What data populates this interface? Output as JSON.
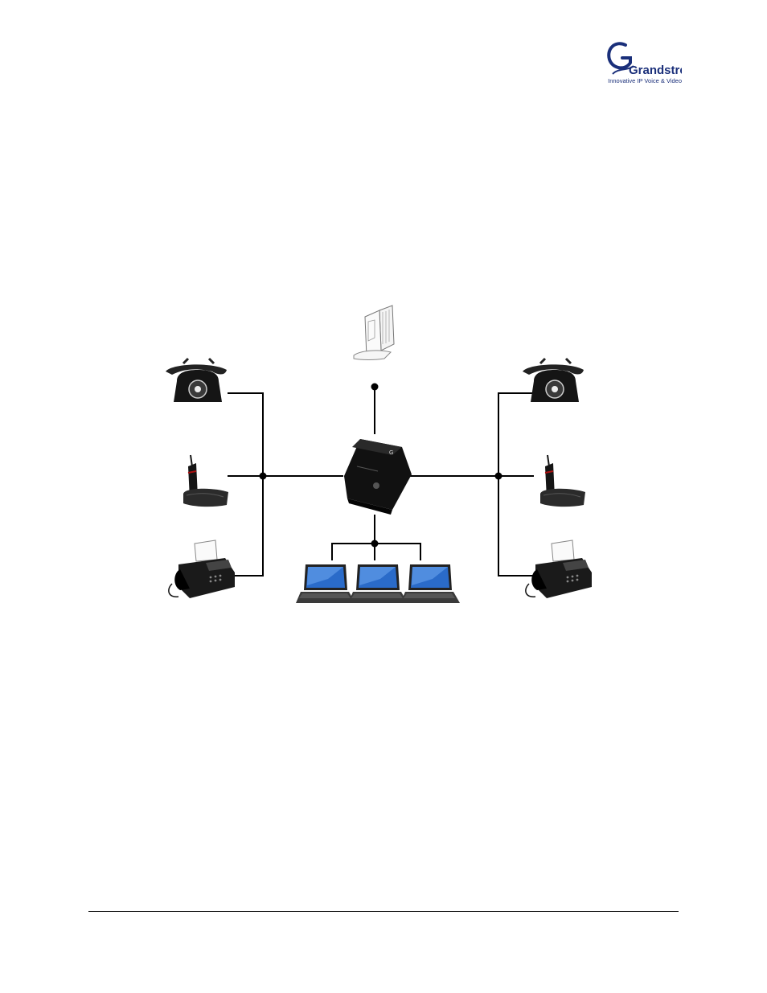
{
  "header": {
    "logo_text": "Grandstream",
    "logo_tagline": "Innovative IP Voice & Video"
  },
  "diagram": {
    "center_device": "VoIP gateway",
    "modem": "broadband modem",
    "left_group": [
      "rotary-phone",
      "cordless-phone",
      "fax-machine"
    ],
    "right_group": [
      "rotary-phone",
      "cordless-phone",
      "fax-machine"
    ],
    "bottom_group": [
      "laptop",
      "laptop",
      "laptop"
    ]
  },
  "colors": {
    "logo_blue": "#1a2f7a",
    "line": "#000000",
    "device_body": "#111111",
    "laptop_screen": "#2a6bc9"
  }
}
